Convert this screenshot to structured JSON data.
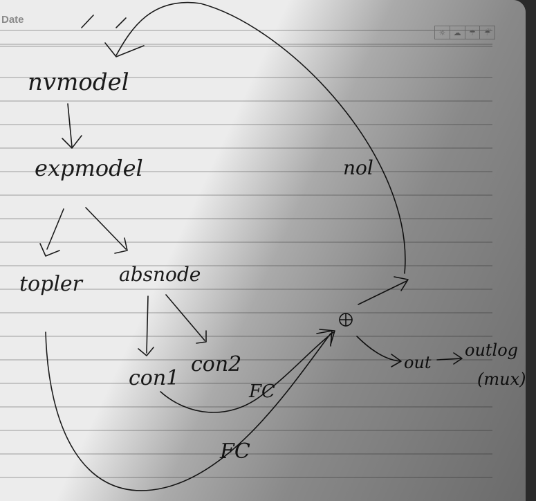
{
  "header": {
    "date_label": "Date",
    "weather_icons": [
      "☼",
      "☁",
      "☂",
      "☔"
    ]
  },
  "diagram": {
    "nodes": {
      "top": "nvmodel",
      "second": "expmodel",
      "left": "topler",
      "mid": "absnode",
      "con1": "con1",
      "con2": "con2",
      "center": "⊕",
      "out": "out",
      "outlog": "outlog",
      "mux": "(mux)"
    },
    "edge_labels": {
      "top_arc": "nol",
      "lower_arc_1": "FC",
      "lower_arc_2": "FC"
    }
  }
}
